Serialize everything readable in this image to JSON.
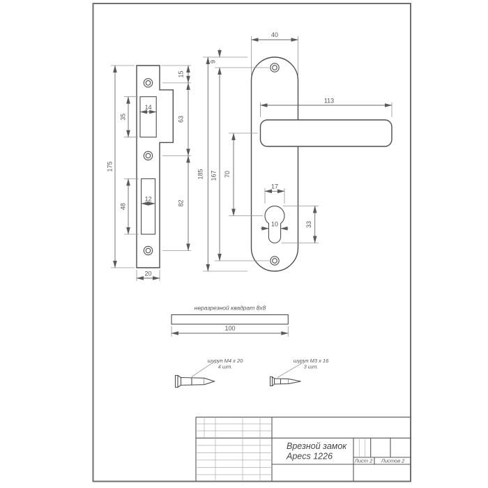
{
  "dims": {
    "strike_plate": {
      "height": "175",
      "top_hole_height": "35",
      "top_hole_width": "14",
      "bottom_hole_height": "48",
      "bottom_hole_width": "12",
      "plate_width": "20",
      "top_screw_offset": "15",
      "screw_spacing_upper": "63",
      "screw_spacing_lower": "82"
    },
    "handle_plate": {
      "plate_width": "40",
      "screw_edge_offset": "9",
      "plate_height": "185",
      "screw_spacing": "167",
      "lever_length": "113",
      "lever_to_cylinder": "70",
      "cylinder_diameter": "17",
      "keyhole_slot_width": "10",
      "keyhole_height": "33"
    },
    "square_bar": {
      "length": "100"
    }
  },
  "annotations": {
    "square_bar": "неразрезной квадрат 8х8",
    "screw_large": "шуруп М4 х 20",
    "screw_large_qty": "4 шт.",
    "screw_small": "шуруп М3 х 16",
    "screw_small_qty": "3 шт."
  },
  "title_block": {
    "product": "Врезной замок",
    "model": "Apecs 1226",
    "sheet": "Лист 2",
    "sheets": "Листов 2"
  },
  "colors": {
    "line": "#4d4d4d",
    "dim": "#666666",
    "text": "#555555"
  }
}
